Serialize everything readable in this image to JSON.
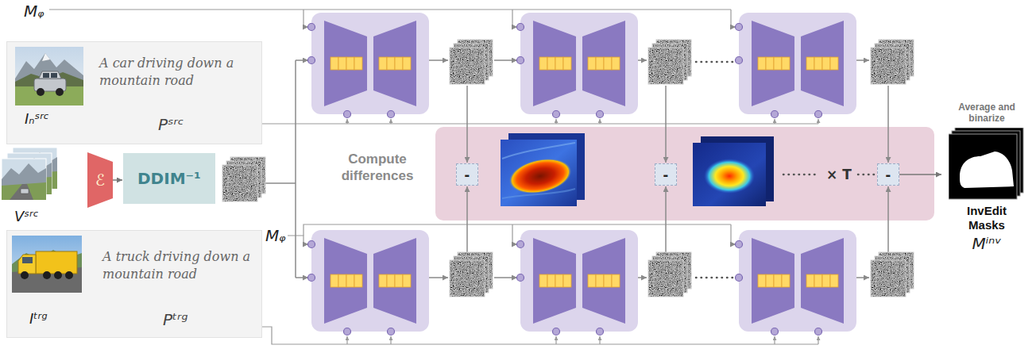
{
  "diagram": {
    "nodes": [
      {
        "text": [
          "Iₙˢʳᶜ",
          "A car driving down a mountain road",
          "Pˢʳᶜ"
        ]
      },
      {
        "text": [
          "Vˢʳᶜ"
        ]
      },
      {
        "text": [
          "ℰ"
        ]
      },
      {
        "text": [
          "DDIM⁻¹"
        ]
      },
      {
        "text": [
          "Iᵗʳᵍ",
          "A truck driving down a mountain road",
          "Pᵗʳᵍ"
        ]
      },
      {
        "text": [
          "Compute differences",
          "× T"
        ]
      },
      {
        "text": [
          "-"
        ],
        "in": 5
      },
      {
        "text": [
          "-"
        ],
        "in": 5
      },
      {
        "text": [
          "-"
        ],
        "in": 5
      },
      {
        "text": [
          "Average and binarize",
          "InvEdit Masks",
          "Mⁱⁿᵛ"
        ]
      }
    ],
    "edges": [
      {
        "from": 2,
        "to": 3,
        "arrow": "to"
      },
      {
        "from": 8,
        "to": 9,
        "arrow": "to"
      }
    ],
    "labels": [
      "Mᵩ",
      "Mᵩ"
    ]
  }
}
